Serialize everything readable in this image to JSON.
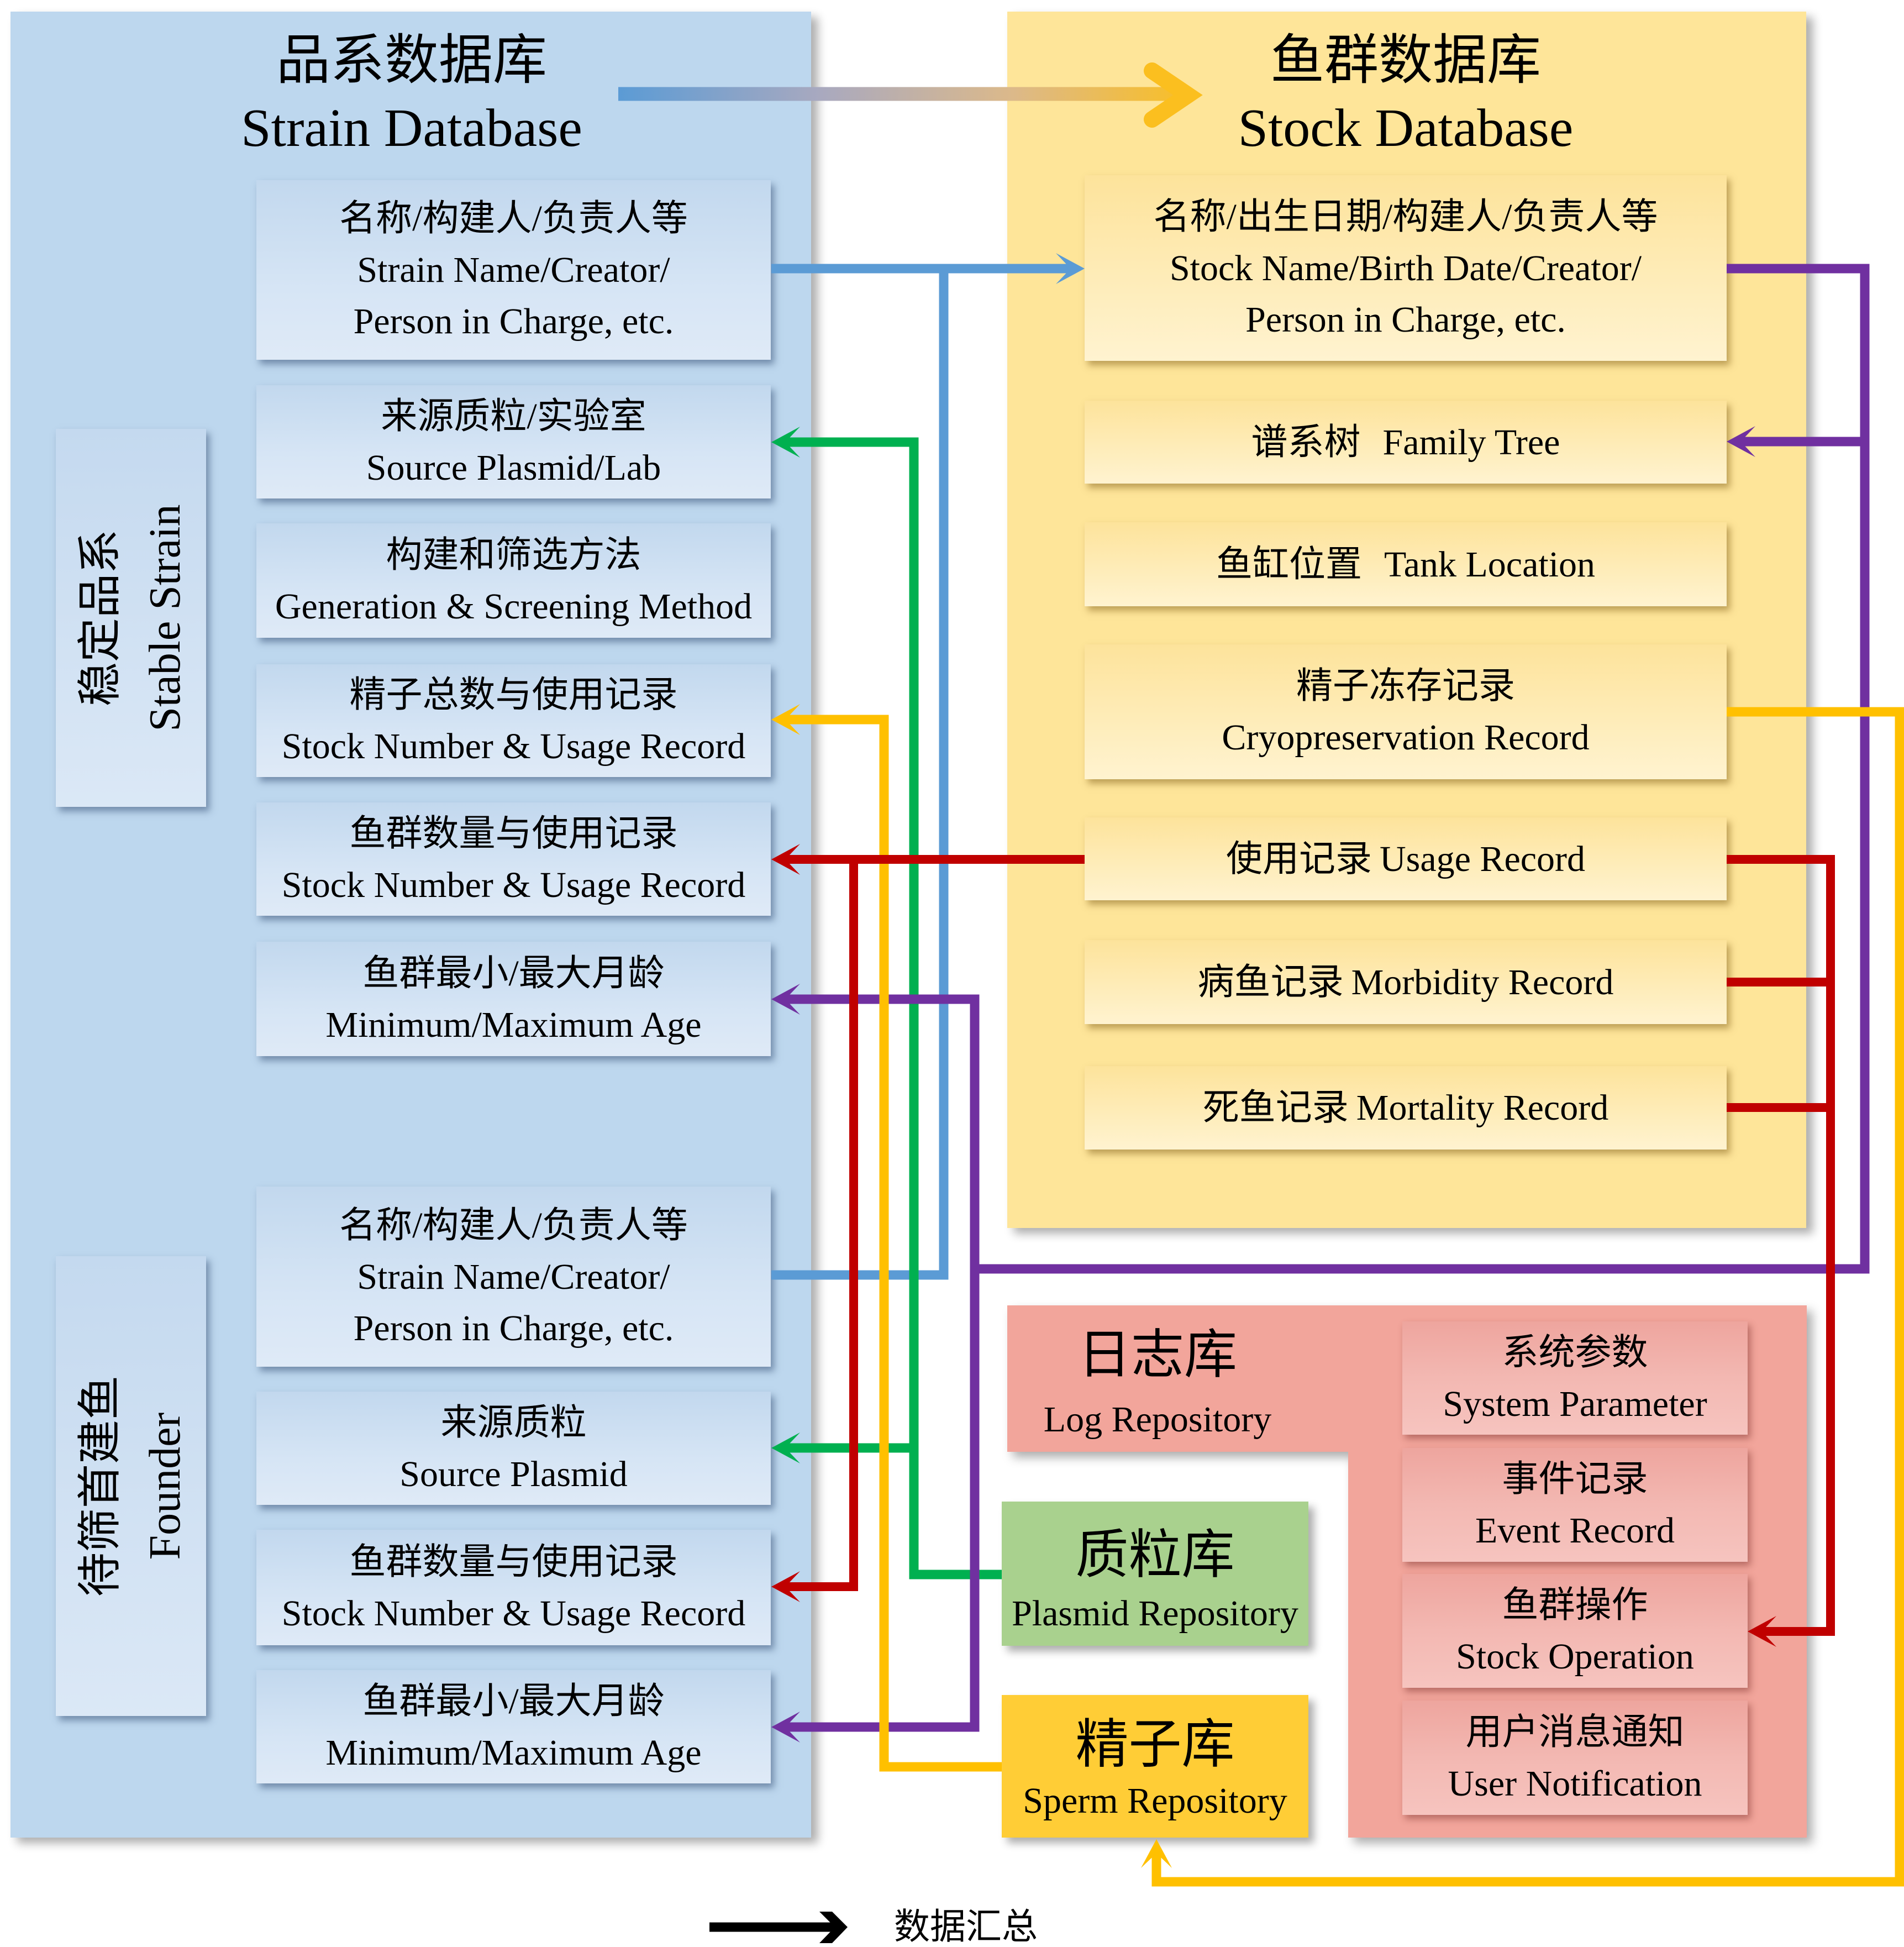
{
  "strain_db": {
    "title_zh": "品系数据库",
    "title_en": "Strain Database",
    "groups": [
      {
        "label_zh": "稳定品系",
        "label_en": "Stable Strain",
        "items": [
          {
            "zh": "名称/构建人/负责人等",
            "en": [
              "Strain Name/Creator/",
              "Person in Charge, etc."
            ]
          },
          {
            "zh": "来源质粒/实验室",
            "en": [
              "Source Plasmid/Lab"
            ]
          },
          {
            "zh": "构建和筛选方法",
            "en": [
              "Generation & Screening Method"
            ]
          },
          {
            "zh": "精子总数与使用记录",
            "en": [
              "Stock Number & Usage Record"
            ]
          },
          {
            "zh": "鱼群数量与使用记录",
            "en": [
              "Stock Number & Usage Record"
            ]
          },
          {
            "zh": "鱼群最小/最大月龄",
            "en": [
              "Minimum/Maximum Age"
            ]
          }
        ]
      },
      {
        "label_zh": "待筛首建鱼",
        "label_en": "Founder",
        "items": [
          {
            "zh": "名称/构建人/负责人等",
            "en": [
              "Strain Name/Creator/",
              "Person in Charge, etc."
            ]
          },
          {
            "zh": "来源质粒",
            "en": [
              "Source Plasmid"
            ]
          },
          {
            "zh": "鱼群数量与使用记录",
            "en": [
              "Stock Number & Usage Record"
            ]
          },
          {
            "zh": "鱼群最小/最大月龄",
            "en": [
              "Minimum/Maximum Age"
            ]
          }
        ]
      }
    ]
  },
  "stock_db": {
    "title_zh": "鱼群数据库",
    "title_en": "Stock Database",
    "items": [
      {
        "zh": "名称/出生日期/构建人/负责人等",
        "en": [
          "Stock Name/Birth Date/Creator/",
          "Person in Charge, etc."
        ]
      },
      {
        "zh": "谱系树",
        "en": [
          "Family Tree"
        ]
      },
      {
        "zh": "鱼缸位置",
        "en": [
          "Tank Location"
        ]
      },
      {
        "zh": "精子冻存记录",
        "en": [
          "Cryopreservation Record"
        ]
      },
      {
        "zh": "使用记录",
        "en": [
          "Usage Record"
        ]
      },
      {
        "zh": "病鱼记录",
        "en": [
          "Morbidity Record"
        ]
      },
      {
        "zh": "死鱼记录",
        "en": [
          "Mortality Record"
        ]
      }
    ]
  },
  "log_repo": {
    "title_zh": "日志库",
    "title_en": "Log Repository",
    "items": [
      {
        "zh": "系统参数",
        "en": "System Parameter"
      },
      {
        "zh": "事件记录",
        "en": "Event Record"
      },
      {
        "zh": "鱼群操作",
        "en": "Stock Operation"
      },
      {
        "zh": "用户消息通知",
        "en": "User Notification"
      }
    ]
  },
  "plasmid_repo": {
    "title_zh": "质粒库",
    "title_en": "Plasmid Repository"
  },
  "sperm_repo": {
    "title_zh": "精子库",
    "title_en": "Sperm Repository"
  },
  "legend": {
    "label": "数据汇总"
  },
  "colors": {
    "connectors": {
      "blue": "#5b9bd5",
      "green": "#00b050",
      "yellow": "#ffc000",
      "purple": "#7030a0",
      "red": "#c00000",
      "legend": "#000000"
    }
  }
}
